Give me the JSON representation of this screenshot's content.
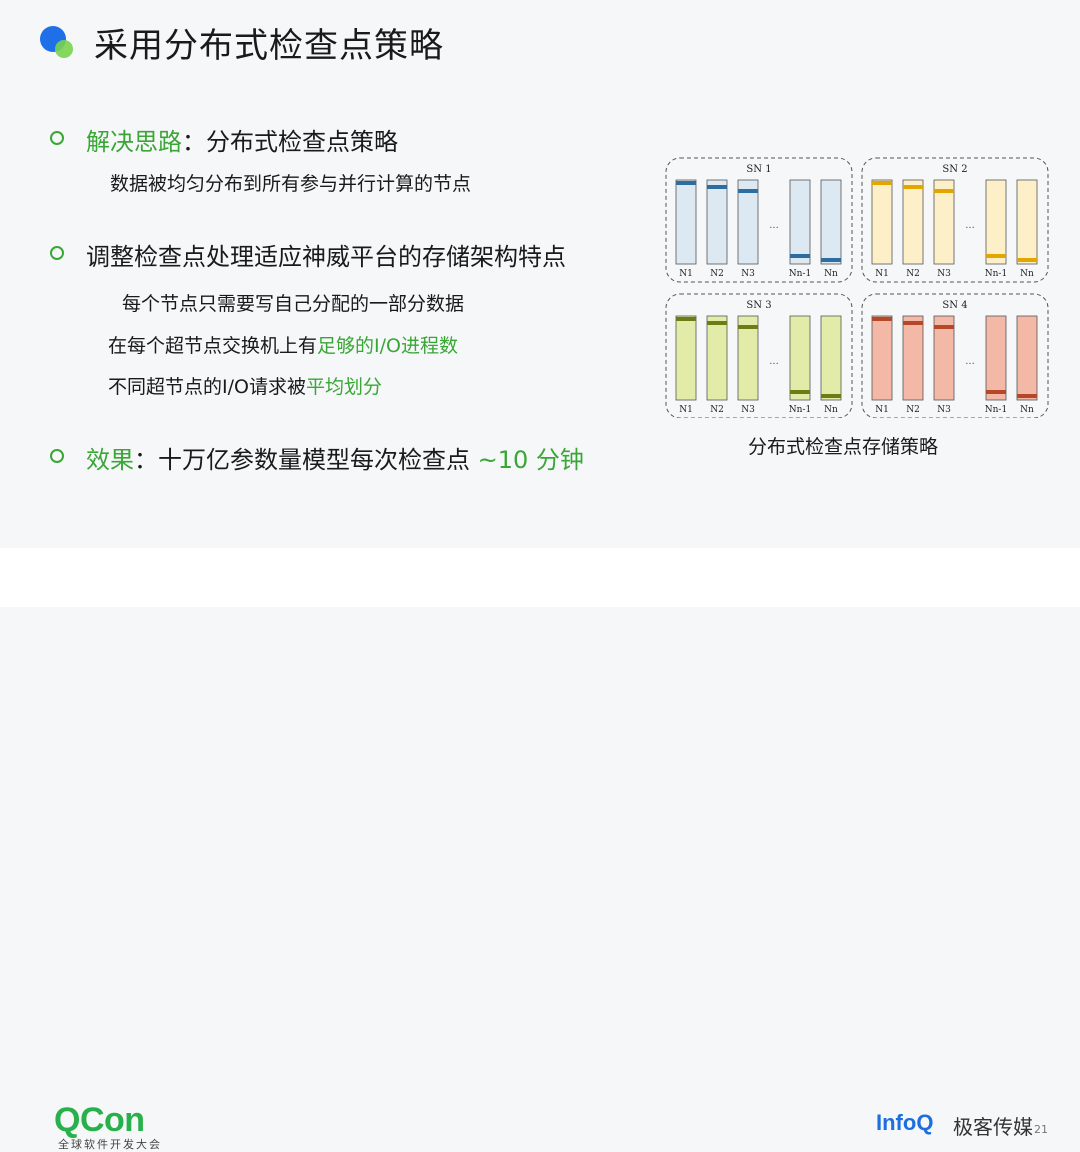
{
  "title": "采用分布式检查点策略",
  "bullets": [
    {
      "label": "解决思路",
      "sep": "：",
      "text": "分布式检查点策略"
    },
    {
      "text": "调整检查点处理适应神威平台的存储架构特点"
    },
    {
      "label": "效果",
      "sep": "：",
      "text": "十万亿参数量模型每次检查点 ",
      "highlight": "~10 分钟"
    }
  ],
  "sub1": "数据被均匀分布到所有参与并行计算的节点",
  "sub2": {
    "line1": "每个节点只需要写自己分配的一部分数据",
    "line2_pre": "在每个超节点交换机上有",
    "line2_hl": "足够的I/O进程数",
    "line3_pre": "不同超节点的I/O请求被",
    "line3_hl": "平均划分"
  },
  "diagram": {
    "caption": "分布式检查点存储策略",
    "ellipsis": "...",
    "node_labels": [
      "N1",
      "N2",
      "N3",
      "Nn-1",
      "Nn"
    ],
    "groups": [
      {
        "name": "SN 1",
        "fill": "#dde9f2",
        "band": "#2e6e9e"
      },
      {
        "name": "SN 2",
        "fill": "#fdf0c9",
        "band": "#e3a600"
      },
      {
        "name": "SN 3",
        "fill": "#e2eca8",
        "band": "#6b7d14"
      },
      {
        "name": "SN 4",
        "fill": "#f3b9a6",
        "band": "#b6482a"
      }
    ]
  },
  "footer": {
    "qcon": "QCon",
    "qcon_sub": "全球软件开发大会",
    "infoq": "InfoQ",
    "infoq_cn": "极客传媒",
    "page": "21"
  }
}
